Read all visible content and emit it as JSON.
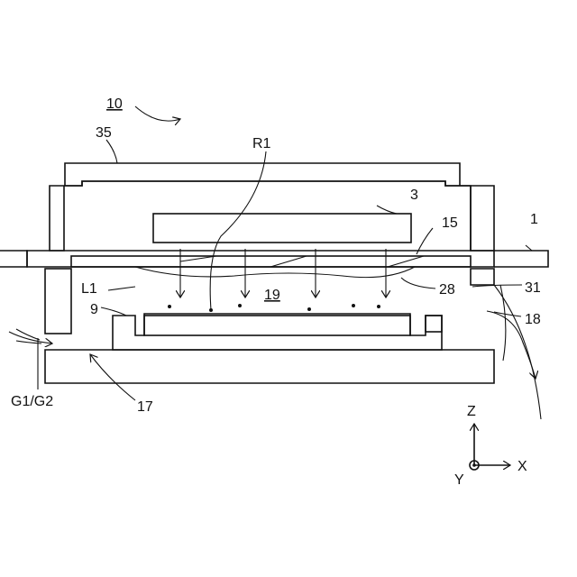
{
  "figure": {
    "labels": {
      "apparatus": "10",
      "cover": "35",
      "region": "R1",
      "lamp": "3",
      "base": "1",
      "window": "15",
      "light": "L1",
      "chamber": "19",
      "seal": "28",
      "edge": "31",
      "substrate": "9",
      "exhaust": "18",
      "gas": "G1/G2",
      "inlet": "17"
    },
    "axes": {
      "z": "Z",
      "x": "X",
      "y": "Y"
    }
  },
  "colors": {
    "ink": "#111111",
    "background": "#ffffff"
  }
}
